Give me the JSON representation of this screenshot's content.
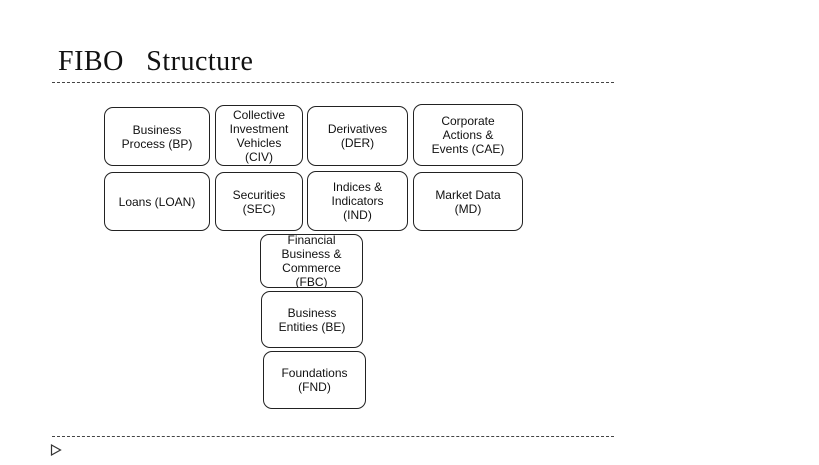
{
  "slide": {
    "title": "FIBO   Structure"
  },
  "modules": {
    "bp": "Business\nProcess (BP)",
    "civ": "Collective\nInvestment\nVehicles\n(CIV)",
    "der": "Derivatives\n(DER)",
    "cae": "Corporate\nActions &\nEvents (CAE)",
    "loan": "Loans (LOAN)",
    "sec": "Securities\n(SEC)",
    "ind": "Indices &\nIndicators\n(IND)",
    "md": "Market Data\n(MD)",
    "fbc": "Financial\nBusiness &\nCommerce\n(FBC)",
    "be": "Business\nEntities (BE)",
    "fnd": "Foundations\n(FND)"
  },
  "footer": {
    "icon": "play-triangle-icon"
  }
}
